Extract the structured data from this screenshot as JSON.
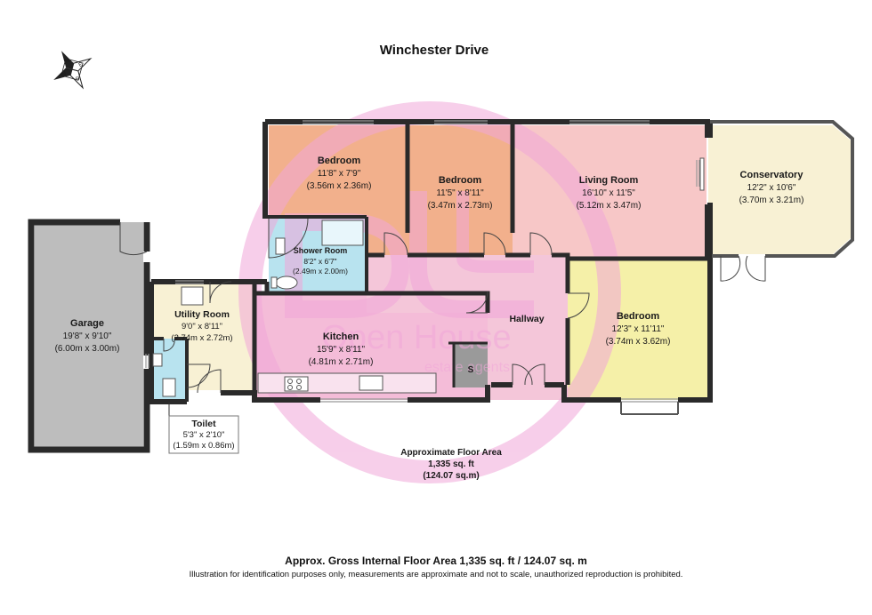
{
  "title": "Winchester Drive",
  "compass": {
    "n": "N",
    "e": "E",
    "s": "S",
    "w": "W"
  },
  "watermark": {
    "brand": "Open House",
    "sub": "estate agents"
  },
  "rooms": {
    "garage": {
      "name": "Garage",
      "imperial": "19'8\" x 9'10\"",
      "metric": "(6.00m x 3.00m)"
    },
    "bedroom1": {
      "name": "Bedroom",
      "imperial": "11'8\" x 7'9\"",
      "metric": "(3.56m x 2.36m)"
    },
    "bedroom2": {
      "name": "Bedroom",
      "imperial": "11'5\" x 8'11\"",
      "metric": "(3.47m x 2.73m)"
    },
    "living": {
      "name": "Living Room",
      "imperial": "16'10\" x 11'5\"",
      "metric": "(5.12m x 3.47m)"
    },
    "conservatory": {
      "name": "Conservatory",
      "imperial": "12'2\" x 10'6\"",
      "metric": "(3.70m x 3.21m)"
    },
    "shower": {
      "name": "Shower Room",
      "imperial": "8'2\" x 6'7\"",
      "metric": "(2.49m x 2.00m)"
    },
    "utility": {
      "name": "Utility Room",
      "imperial": "9'0\" x 8'11\"",
      "metric": "(2.74m x 2.72m)"
    },
    "kitchen": {
      "name": "Kitchen",
      "imperial": "15'9\" x 8'11\"",
      "metric": "(4.81m x 2.71m)"
    },
    "hallway": {
      "name": "Hallway"
    },
    "bedroom3": {
      "name": "Bedroom",
      "imperial": "12'3\" x 11'11\"",
      "metric": "(3.74m x 3.62m)"
    },
    "toilet": {
      "name": "Toilet",
      "imperial": "5'3\" x 2'10\"",
      "metric": "(1.59m x 0.86m)"
    },
    "storage": {
      "name": "S"
    }
  },
  "floor_area": {
    "label": "Approximate Floor Area",
    "sqft": "1,335 sq. ft",
    "sqm": "(124.07 sq.m)"
  },
  "footer": {
    "gross": "Approx. Gross Internal Floor Area 1,335 sq. ft / 124.07 sq. m",
    "disclaimer": "Illustration for identification purposes only, measurements are approximate and not to scale, unauthorized reproduction is prohibited."
  },
  "colors": {
    "bedroom": "#f2b08c",
    "living": "#f7c7c7",
    "conservatory": "#f8f1d4",
    "garage": "#bdbdbd",
    "utility": "#f8f1d4",
    "shower": "#b8e3ef",
    "kitchen": "#f4bcd8",
    "hall": "#f4c6d9",
    "bedroom3": "#f5f0a8",
    "wall": "#2a2a2a",
    "watermark": "#f1a7d9"
  }
}
